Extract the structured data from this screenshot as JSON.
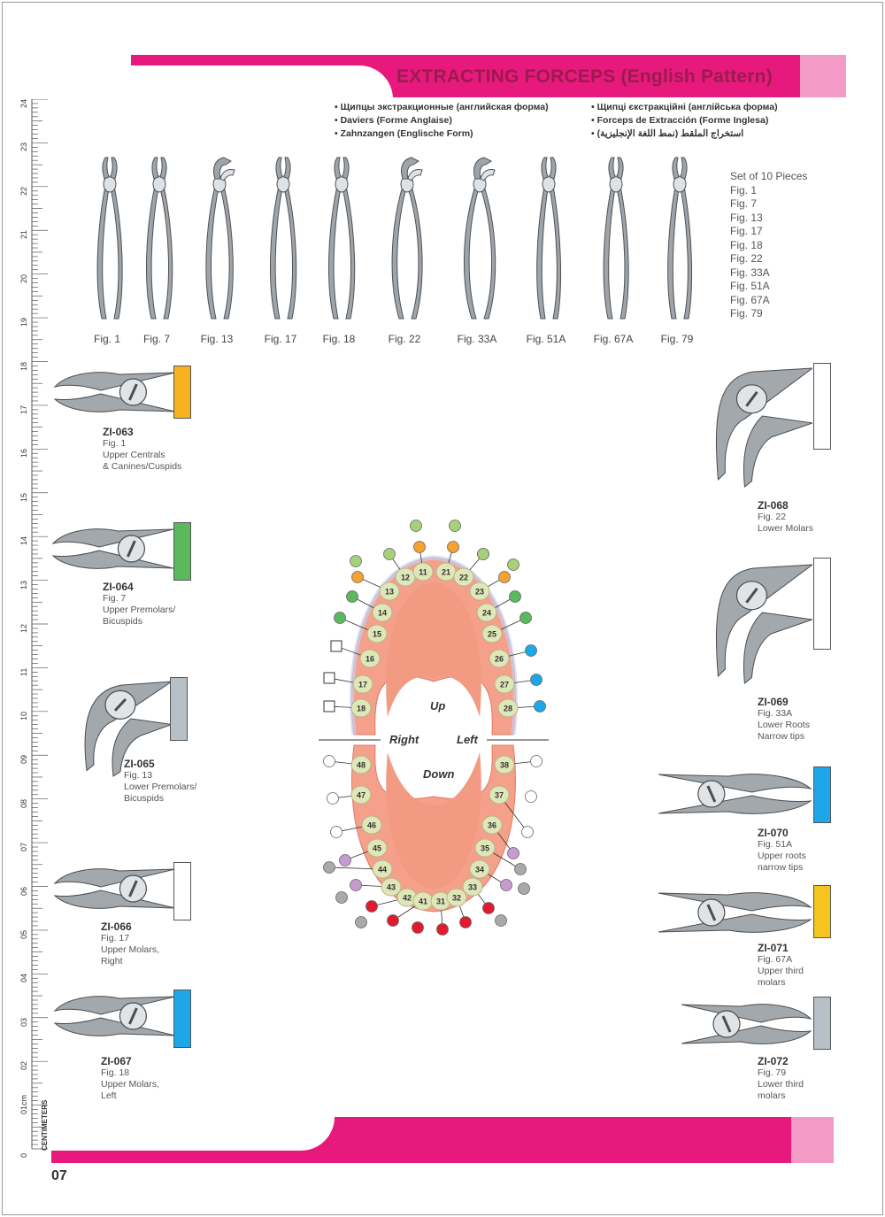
{
  "header": {
    "title": "EXTRACTING FORCEPS (English Pattern)",
    "languages_left": [
      "Щипцы экстракционные (английская форма)",
      "Daviers (Forme Anglaise)",
      "Zahnzangen (Englische Form)"
    ],
    "languages_right": [
      "Щипці єкстракційні (англійська форма)",
      "Forceps de Extracción (Forme Inglesa)",
      "استخراج الملقط (نمط اللغة الإنجليزية)"
    ]
  },
  "ruler": {
    "unit_label": "CENTIMETERS",
    "marks": [
      "0",
      "01cm",
      "02",
      "03",
      "04",
      "05",
      "06",
      "07",
      "08",
      "09",
      "10",
      "11",
      "12",
      "13",
      "14",
      "15",
      "16",
      "17",
      "18",
      "19",
      "20",
      "21",
      "22",
      "23",
      "24"
    ]
  },
  "figures": [
    "Fig. 1",
    "Fig. 7",
    "Fig. 13",
    "Fig. 17",
    "Fig. 18",
    "Fig. 22",
    "Fig. 33A",
    "Fig. 51A",
    "Fig. 67A",
    "Fig. 79"
  ],
  "set": {
    "title": "Set of 10 Pieces",
    "items": [
      "Fig. 1",
      "Fig. 7",
      "Fig. 13",
      "Fig. 17",
      "Fig. 18",
      "Fig. 22",
      "Fig. 33A",
      "Fig. 51A",
      "Fig. 67A",
      "Fig. 79"
    ]
  },
  "products_left": [
    {
      "code": "ZI-063",
      "fig": "Fig. 1",
      "desc1": "Upper Centrals",
      "desc2": "& Canines/Cuspids",
      "color": "#f7b21f"
    },
    {
      "code": "ZI-064",
      "fig": "Fig. 7",
      "desc1": "Upper Premolars/",
      "desc2": "Bicuspids",
      "color": "#5cb85c"
    },
    {
      "code": "ZI-065",
      "fig": "Fig. 13",
      "desc1": "Lower Premolars/",
      "desc2": "Bicuspids",
      "color": "#b7bfc7"
    },
    {
      "code": "ZI-066",
      "fig": "Fig. 17",
      "desc1": "Upper Molars,",
      "desc2": "Right",
      "color": "#ffffff"
    },
    {
      "code": "ZI-067",
      "fig": "Fig. 18",
      "desc1": "Upper Molars,",
      "desc2": "Left",
      "color": "#1ea7e8"
    }
  ],
  "products_right": [
    {
      "code": "ZI-068",
      "fig": "Fig. 22",
      "desc1": "Lower Molars",
      "desc2": "",
      "color": "#ffffff"
    },
    {
      "code": "ZI-069",
      "fig": "Fig. 33A",
      "desc1": "Lower Roots",
      "desc2": "Narrow tips",
      "color": "#ffffff"
    },
    {
      "code": "ZI-070",
      "fig": "Fig. 51A",
      "desc1": "Upper roots",
      "desc2": "narrow tips",
      "color": "#1ea7e8"
    },
    {
      "code": "ZI-071",
      "fig": "Fig. 67A",
      "desc1": "Upper third",
      "desc2": "molars",
      "color": "#f7c31f"
    },
    {
      "code": "ZI-072",
      "fig": "Fig. 79",
      "desc1": "Lower third",
      "desc2": "molars",
      "color": "#b7bfc7"
    }
  ],
  "chart": {
    "up_label": "Up",
    "down_label": "Down",
    "right_label": "Right",
    "left_label": "Left",
    "upper_teeth": [
      "18",
      "17",
      "16",
      "15",
      "14",
      "13",
      "12",
      "11",
      "21",
      "22",
      "23",
      "24",
      "25",
      "26",
      "27",
      "28"
    ],
    "lower_teeth": [
      "48",
      "47",
      "46",
      "45",
      "44",
      "43",
      "42",
      "41",
      "31",
      "32",
      "33",
      "34",
      "35",
      "36",
      "37",
      "38"
    ],
    "colors": {
      "orange": "#f4a331",
      "green": "#5cb85c",
      "light_green": "#a6d17a",
      "blue": "#1ea7e8",
      "grey": "#a9a9a9",
      "purple": "#c79bd1",
      "red": "#e11b2f",
      "gum": "#f4a08a"
    }
  },
  "page_number": "07"
}
